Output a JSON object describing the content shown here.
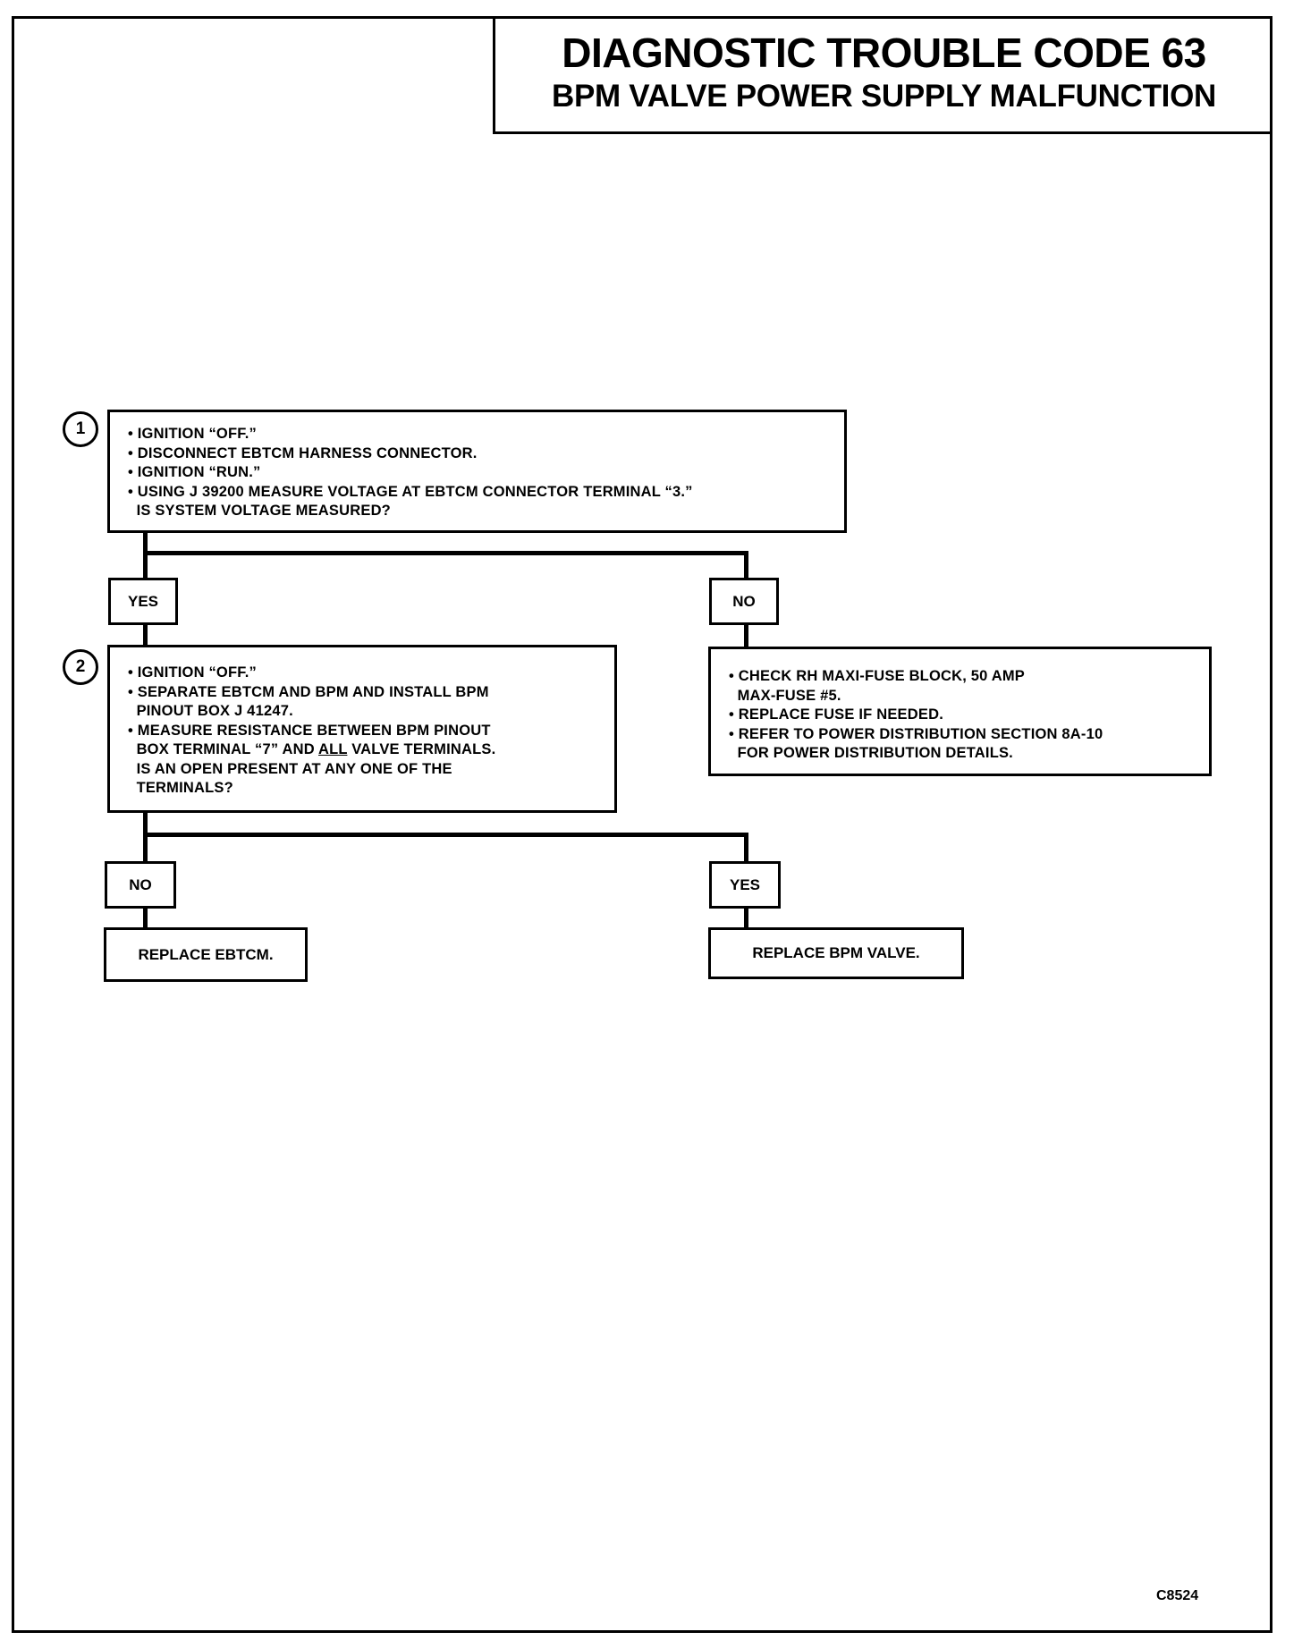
{
  "title": {
    "main": "DIAGNOSTIC TROUBLE CODE 63",
    "sub": "BPM VALVE POWER SUPPLY MALFUNCTION"
  },
  "step1": {
    "number": "1",
    "lines": [
      "• IGNITION “OFF.”",
      "• DISCONNECT EBTCM HARNESS CONNECTOR.",
      "• IGNITION “RUN.”",
      "• USING J 39200 MEASURE VOLTAGE AT EBTCM CONNECTOR TERMINAL “3.”",
      "  IS SYSTEM VOLTAGE MEASURED?"
    ]
  },
  "step1_yes_label": "YES",
  "step1_no_label": "NO",
  "step2": {
    "number": "2",
    "lines": [
      "• IGNITION “OFF.”",
      "• SEPARATE EBTCM AND BPM AND INSTALL BPM",
      "  PINOUT BOX J 41247.",
      "• MEASURE RESISTANCE BETWEEN BPM PINOUT",
      "  BOX TERMINAL “7” AND ",
      "ALL",
      " VALVE TERMINALS.",
      "  IS AN OPEN PRESENT AT ANY ONE OF THE",
      "  TERMINALS?"
    ]
  },
  "no_branch": {
    "lines": [
      "• CHECK RH MAXI-FUSE BLOCK, 50 AMP",
      "  MAX-FUSE #5.",
      "• REPLACE FUSE IF NEEDED.",
      "• REFER TO POWER DISTRIBUTION SECTION 8A-10",
      "  FOR POWER DISTRIBUTION DETAILS."
    ]
  },
  "step2_no_label": "NO",
  "step2_yes_label": "YES",
  "result_no": "REPLACE EBTCM.",
  "result_yes": "REPLACE BPM VALVE.",
  "figure_code": "C8524"
}
